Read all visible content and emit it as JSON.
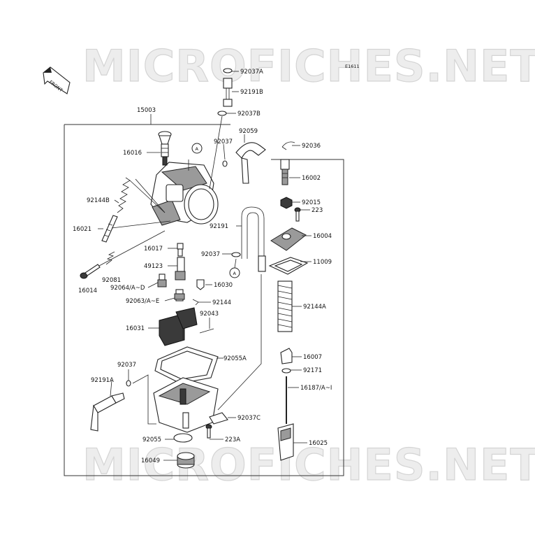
{
  "watermark": {
    "top": "MICROFICHES.NET",
    "bottom": "MICROFICHES.NET"
  },
  "diagram_code": "E1611",
  "front_label": "FRONT",
  "callout_letter": "A",
  "labels": {
    "p15003": "15003",
    "p16016": "16016",
    "p92144B": "92144B",
    "p16021": "16021",
    "p16014": "16014",
    "p92081": "92081",
    "p16017": "16017",
    "p49123": "49123",
    "p92064": "92064/A~D",
    "p92063": "92063/A~E",
    "p16031": "16031",
    "p92043": "92043",
    "p92144": "92144",
    "p16030": "16030",
    "p92037A": "92037A",
    "p92191B": "92191B",
    "p92037B": "92037B",
    "p92059": "92059",
    "p92037_top": "92037",
    "p92191": "92191",
    "p92037_mid": "92037",
    "p92036": "92036",
    "p16002": "16002",
    "p92015": "92015",
    "p223": "223",
    "p16004": "16004",
    "p11009": "11009",
    "p92144A": "92144A",
    "p16007": "16007",
    "p92171": "92171",
    "p16187": "16187/A~I",
    "p16025": "16025",
    "p92055A": "92055A",
    "p92037_low": "92037",
    "p92191A": "92191A",
    "p92037C": "92037C",
    "p92055": "92055",
    "p223A": "223A",
    "p16049": "16049"
  }
}
